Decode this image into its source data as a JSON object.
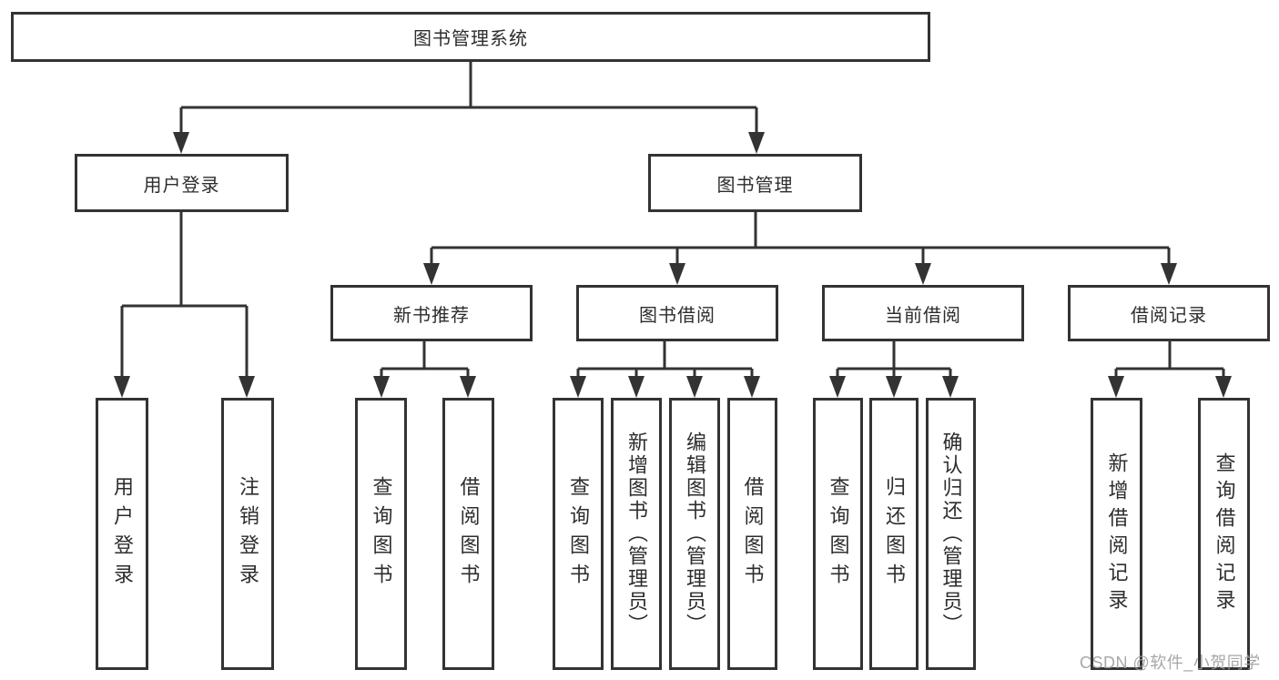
{
  "tree": {
    "root": {
      "label": "图书管理系统"
    },
    "user_login": {
      "label": "用户登录",
      "children": [
        {
          "label": "用户登录"
        },
        {
          "label": "注销登录"
        }
      ]
    },
    "book_management": {
      "label": "图书管理",
      "children": [
        {
          "label": "新书推荐",
          "children": [
            {
              "label": "查询图书"
            },
            {
              "label": "借阅图书"
            }
          ]
        },
        {
          "label": "图书借阅",
          "children": [
            {
              "label": "查询图书"
            },
            {
              "label": "新增图书（管理员）"
            },
            {
              "label": "编辑图书（管理员）"
            },
            {
              "label": "借阅图书"
            }
          ]
        },
        {
          "label": "当前借阅",
          "children": [
            {
              "label": "查询图书"
            },
            {
              "label": "归还图书"
            },
            {
              "label": "确认归还（管理员）"
            }
          ]
        },
        {
          "label": "借阅记录",
          "children": [
            {
              "label": "新增借阅记录"
            },
            {
              "label": "查询借阅记录"
            }
          ]
        }
      ]
    }
  },
  "watermark": {
    "text": "CSDN @软件_小贺同学"
  },
  "colors": {
    "line": "#333333",
    "text": "#2d2d2d",
    "watermark": "#9e9e9e",
    "background": "#ffffff"
  }
}
